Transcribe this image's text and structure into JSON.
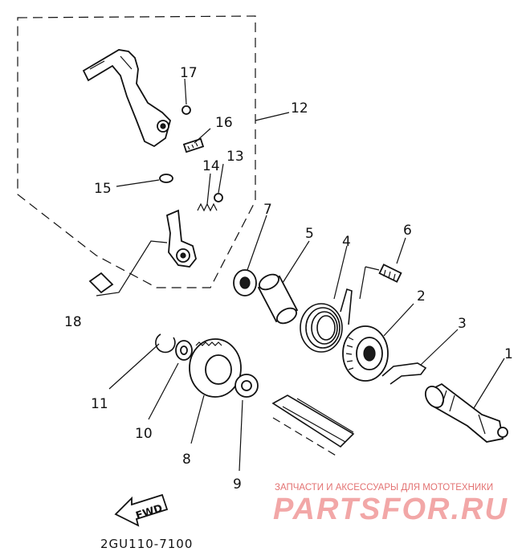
{
  "diagram": {
    "callouts": [
      "1",
      "2",
      "3",
      "4",
      "5",
      "6",
      "7",
      "8",
      "9",
      "10",
      "11",
      "12",
      "13",
      "14",
      "15",
      "16",
      "17",
      "18"
    ],
    "direction_label": "FWD",
    "diagram_code": "2GU110-7100",
    "watermark": {
      "tagline": "ЗАПЧАСТИ И АКСЕССУАРЫ ДЛЯ МОТОТЕХНИКИ",
      "brand": "PARTSFOR.RU"
    }
  }
}
